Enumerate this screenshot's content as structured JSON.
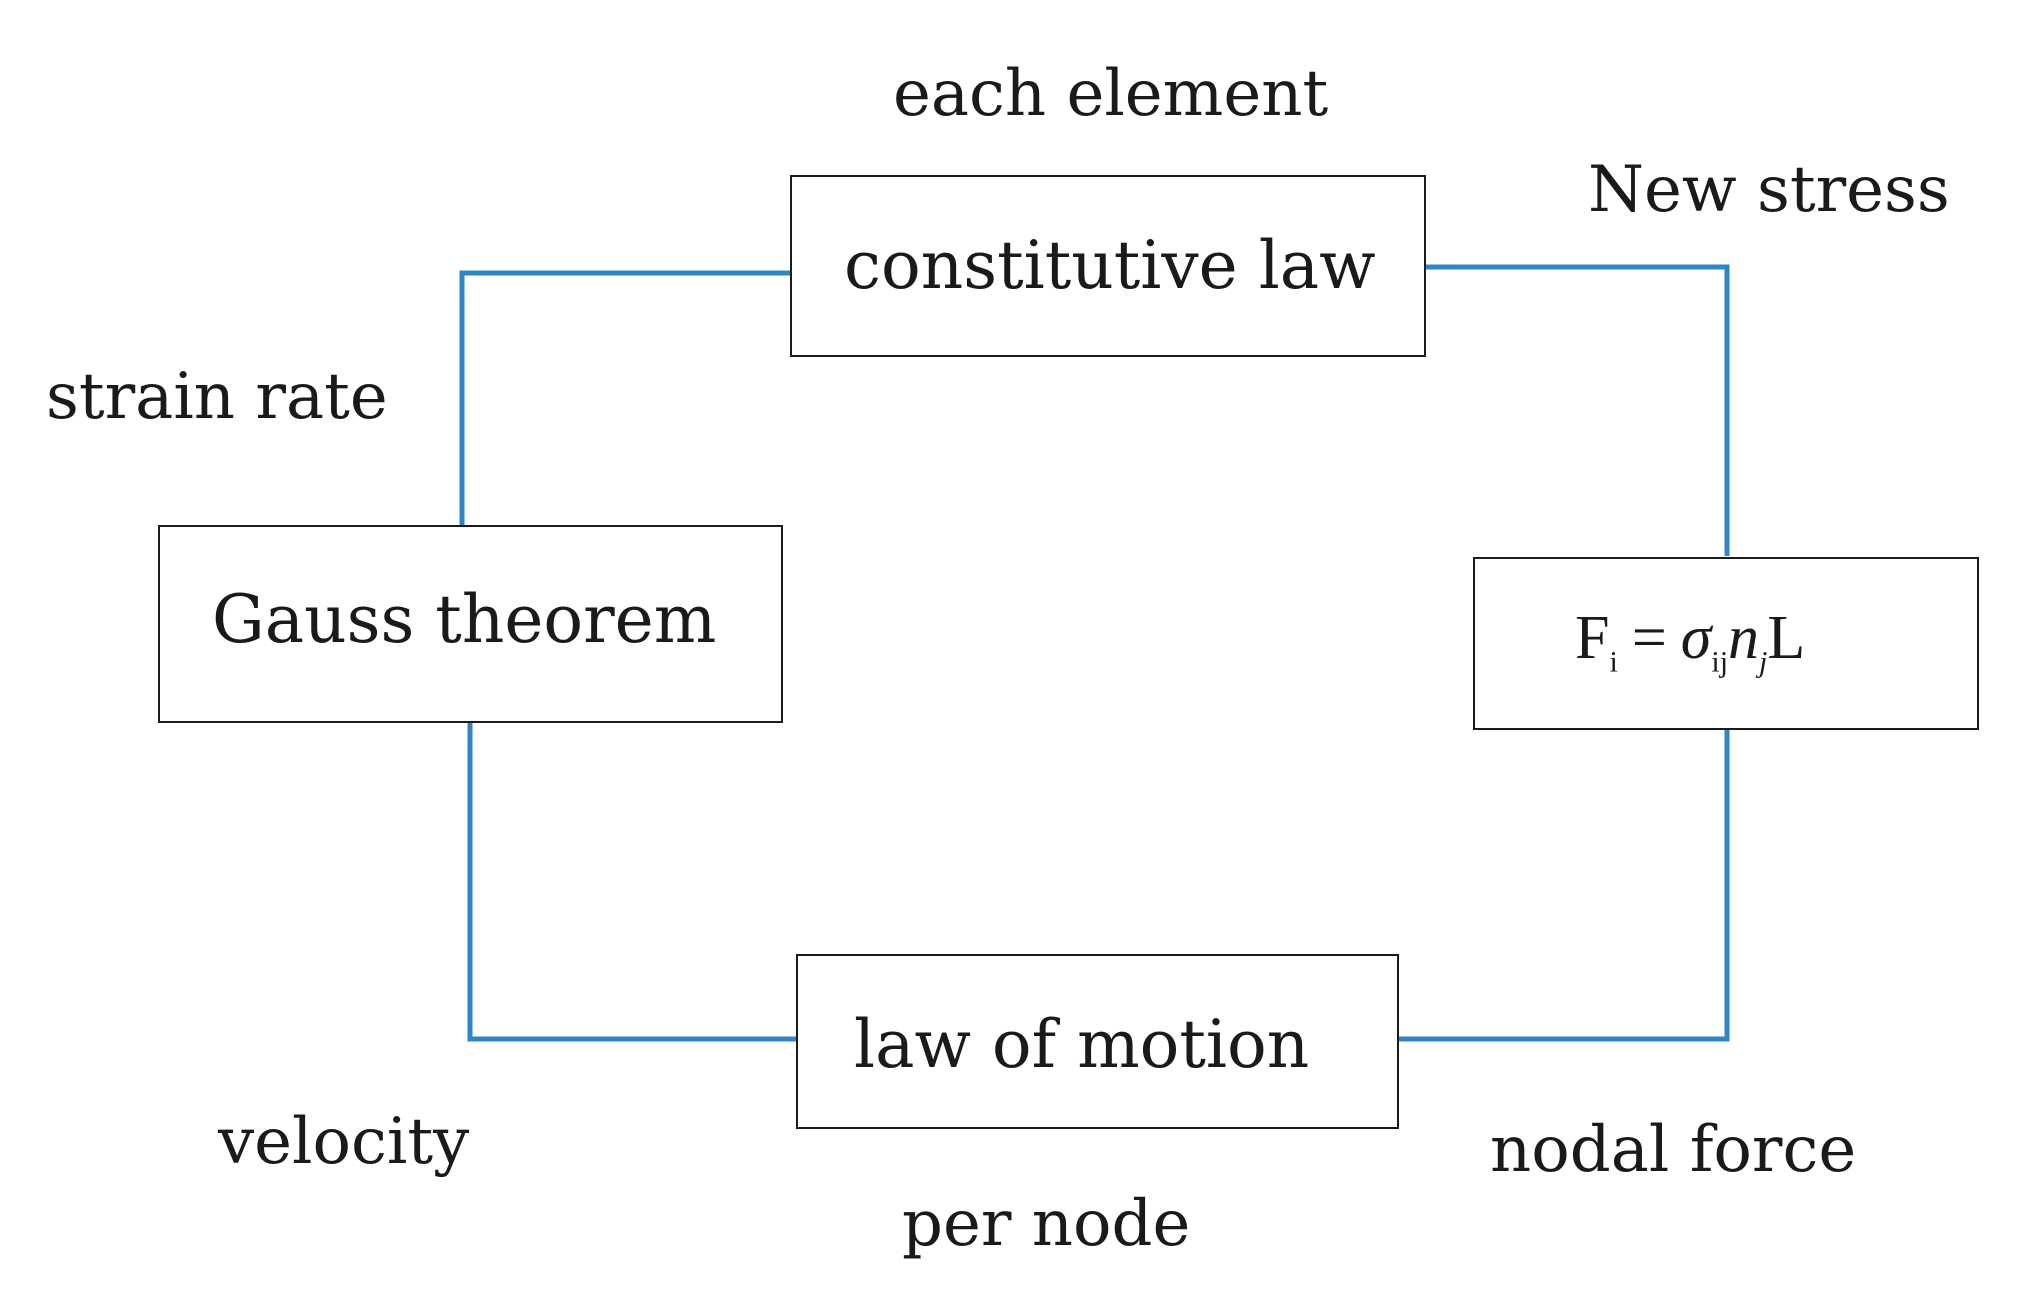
{
  "diagram": {
    "boxes": {
      "constitutive_law": "constitutive law",
      "gauss_theorem": "Gauss theorem",
      "law_of_motion": "law of motion"
    },
    "formula": {
      "F": "F",
      "i": "i",
      "equals": "=",
      "sigma": "σ",
      "ij": "ij",
      "n": "n",
      "j": "j",
      "L": "L"
    },
    "labels": {
      "each_element": "each element",
      "new_stress": "New stress",
      "strain_rate": "strain rate",
      "velocity": "velocity",
      "per_node": "per node",
      "nodal_force": "nodal force"
    },
    "line_color": "#2f86c4"
  }
}
